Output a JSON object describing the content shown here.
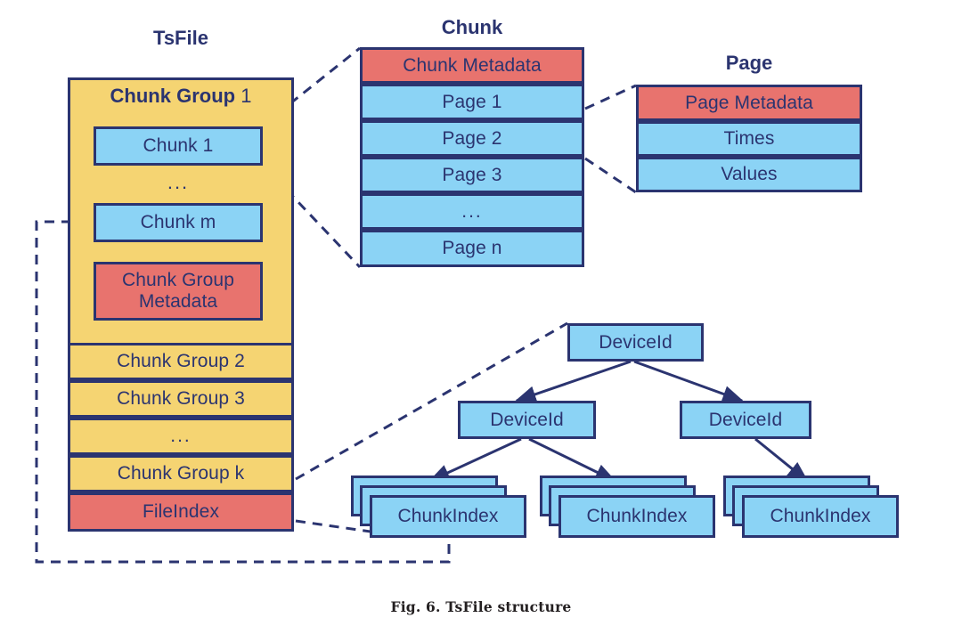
{
  "figure": {
    "caption": "Fig. 6.  TsFile structure",
    "colors": {
      "blue": "#8bd3f5",
      "yellow": "#f5d472",
      "red": "#e8736e",
      "stroke": "#2b3470",
      "background": "#ffffff"
    }
  },
  "tsfile": {
    "title": "TsFile",
    "chunk_group_1": {
      "label_bold": "Chunk Group",
      "label_number": "1",
      "chunks": [
        {
          "label": "Chunk 1"
        },
        {
          "label": "Chunk m"
        }
      ],
      "ellipsis": "...",
      "metadata_line1": "Chunk Group",
      "metadata_line2": "Metadata"
    },
    "rows": [
      {
        "label": "Chunk Group 2",
        "kind": "yellow"
      },
      {
        "label": "Chunk Group 3",
        "kind": "yellow"
      },
      {
        "label": "...",
        "kind": "yellow-ellipsis"
      },
      {
        "label": "Chunk Group k",
        "kind": "yellow"
      },
      {
        "label": "FileIndex",
        "kind": "red"
      }
    ]
  },
  "chunk": {
    "title": "Chunk",
    "rows": [
      {
        "label": "Chunk Metadata",
        "kind": "red"
      },
      {
        "label": "Page 1",
        "kind": "blue"
      },
      {
        "label": "Page 2",
        "kind": "blue"
      },
      {
        "label": "Page 3",
        "kind": "blue"
      },
      {
        "label": "...",
        "kind": "blue-ellipsis"
      },
      {
        "label": "Page n",
        "kind": "blue"
      }
    ]
  },
  "page": {
    "title": "Page",
    "rows": [
      {
        "label": "Page Metadata",
        "kind": "red"
      },
      {
        "label": "Times",
        "kind": "blue"
      },
      {
        "label": "Values",
        "kind": "blue"
      }
    ]
  },
  "index_tree": {
    "root": {
      "label": "DeviceId"
    },
    "children": [
      {
        "label": "DeviceId"
      },
      {
        "label": "DeviceId"
      }
    ],
    "leaves": [
      {
        "label": "ChunkIndex"
      },
      {
        "label": "ChunkIndex"
      },
      {
        "label": "ChunkIndex"
      }
    ]
  }
}
